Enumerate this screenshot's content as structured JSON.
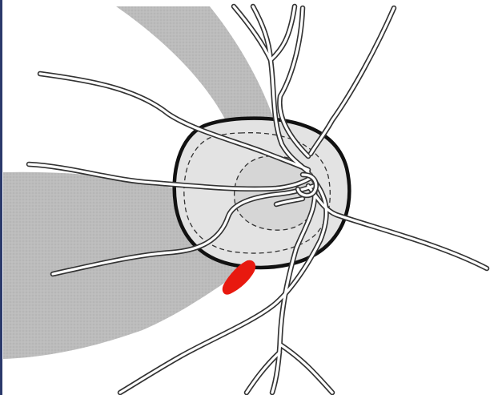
{
  "figure": {
    "subject": "optic-disc-with-retinal-vessels",
    "colors": {
      "background": "#ffffff",
      "nerve_fiber_bundle": "#b9b9b9",
      "disc_fill": "#e3e3e3",
      "disc_rim": "#111111",
      "cup_outline": "#444444",
      "vessel_fill": "#ffffff",
      "vessel_stroke": "#333333",
      "hemorrhage": "#e8190f",
      "edge_strip": "#2b3a6b"
    },
    "elements": [
      "upper-nerve-fiber-bundle",
      "lower-nerve-fiber-bundle",
      "optic-disc",
      "neuroretinal-rim-boundary",
      "optic-cup",
      "retinal-vessels",
      "disc-hemorrhage"
    ]
  }
}
